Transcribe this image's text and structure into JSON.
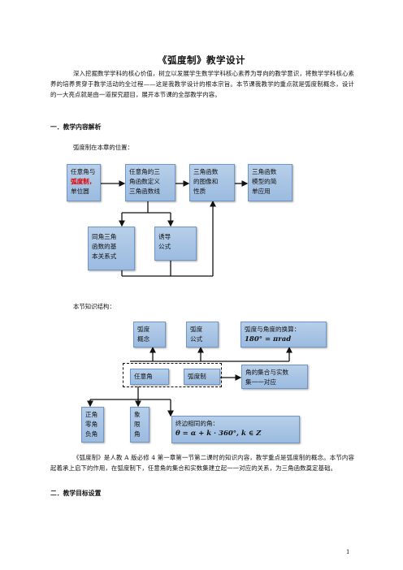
{
  "doc": {
    "title": "《弧度制》教学设计",
    "intro": "深入挖掘数学学科的核心价值，树立以发展学生数学学科核心素养为导向的教学意识，将数学学科核心素养的培养贯穿于教学活动的全过程——这是我教学设计的根本宗旨。本节课我教学的重点就是弧度制概念，设计的一大亮点就是由一道探究题目，展开本节课的全部教学内容。",
    "section1": "一．教学内容解析",
    "position_text": "弧度制在本章的位置：",
    "structure_text": "本节知识结构：",
    "analysis": "《弧度制》是人教 A 版必修 4 第一章第一节第二课时的知识内容，教学重点是弧度制的概念。本节内容起着承上启下的作用，在弧度制下，任意角的集合和实数集建立起一一对应的关系，为三角函数奠定基础。",
    "section2": "二．教学目标设置",
    "page_number": "1"
  },
  "diagram1": {
    "box1_line1": "任意角与",
    "box1_line2": "弧度制，",
    "box1_line3": "单位圆",
    "box2_line1": "任意角的三",
    "box2_line2": "角函数定义",
    "box2_line3": "三角函数线",
    "box3_line1": "三角函数",
    "box3_line2": "的图像和",
    "box3_line3": "性质",
    "box4_line1": "三角函数",
    "box4_line2": "模型的简",
    "box4_line3": "单应用",
    "box5_line1": "同角三角",
    "box5_line2": "函数的基",
    "box5_line3": "本关系式",
    "box6_line1": "诱导",
    "box6_line2": "公式"
  },
  "diagram2": {
    "concept_line1": "弧度",
    "concept_line2": "概念",
    "formula_line1": "弧度",
    "formula_line2": "公式",
    "convert_line1": "弧度与角度的换算：",
    "convert_line2": "180° = πrad",
    "any_angle": "任意角",
    "radian": "弧度制",
    "set_line1": "角的集合与实数",
    "set_line2": "集一一对应",
    "kinds_line1": "正角",
    "kinds_line2": "零角",
    "kinds_line3": "负角",
    "quad_line1": "象",
    "quad_line2": "限",
    "quad_line3": "角",
    "coterm_line1": "终边相同的角：",
    "coterm_line2": "θ = α + k · 360°, k ∈ Z"
  }
}
